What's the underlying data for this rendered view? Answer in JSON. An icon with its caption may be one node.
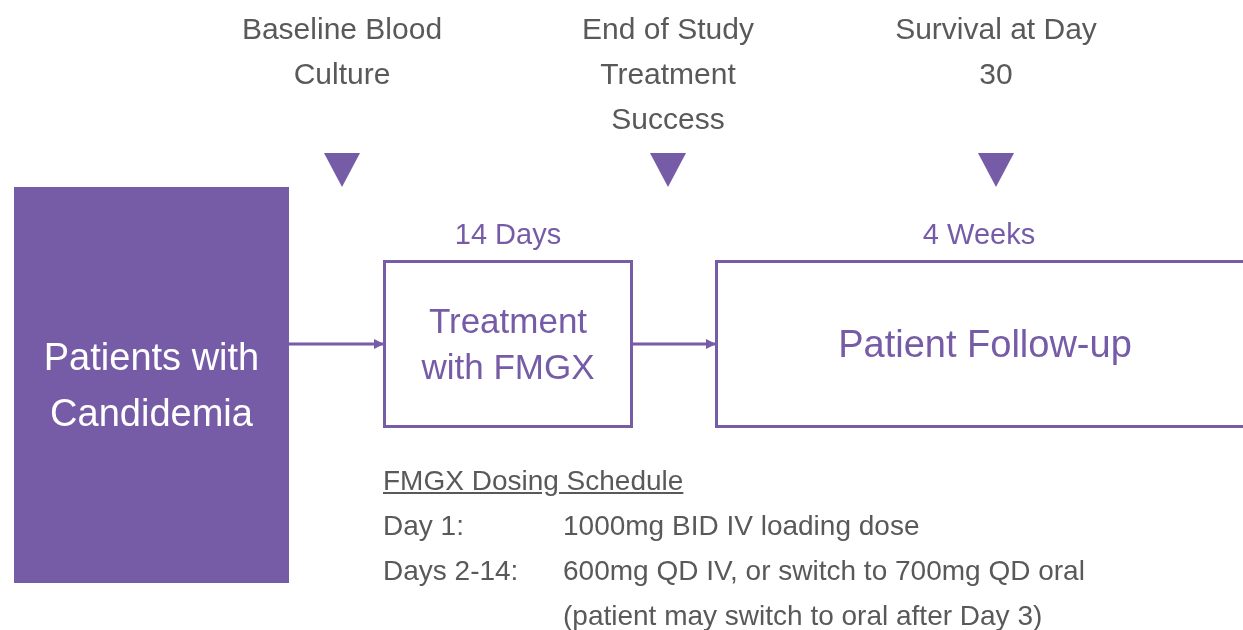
{
  "diagram": {
    "nodes": [
      {
        "text": [
          "Patients with Candidemia"
        ]
      },
      {
        "text": [
          "Treatment with FMGX"
        ],
        "beside": [
          "14 Days"
        ]
      },
      {
        "text": [
          "Patient Follow-up"
        ],
        "beside": [
          "4 Weeks"
        ]
      }
    ],
    "edges": [
      {
        "from": 0,
        "to": 1,
        "arrow": "to"
      },
      {
        "from": 1,
        "to": 2,
        "arrow": "to"
      }
    ],
    "labels": [
      "Baseline Blood Culture",
      "End of Study Treatment Success",
      "Survival at Day 30",
      "FMGX Dosing Schedule",
      "Day 1:",
      "1000mg BID IV loading dose",
      "Days 2-14:",
      "600mg QD IV, or switch to 700mg QD oral",
      "(patient may switch to oral after Day 3)"
    ]
  }
}
